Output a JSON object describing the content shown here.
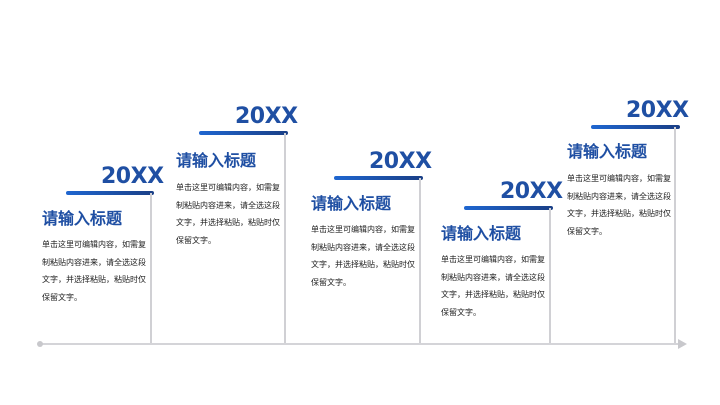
{
  "milestones": [
    {
      "year": "20XX",
      "title": "请输入标题",
      "body": "单击这里可编辑内容，如需复制粘贴内容进来，请全选这段文字，并选择粘贴，粘贴时仅保留文字。"
    },
    {
      "year": "20XX",
      "title": "请输入标题",
      "body": "单击这里可编辑内容，如需复制粘贴内容进来，请全选这段文字，并选择粘贴，粘贴时仅保留文字。"
    },
    {
      "year": "20XX",
      "title": "请输入标题",
      "body": "单击这里可编辑内容，如需复制粘贴内容进来，请全选这段文字，并选择粘贴，粘贴时仅保留文字。"
    },
    {
      "year": "20XX",
      "title": "请输入标题",
      "body": "单击这里可编辑内容，如需复制粘贴内容进来，请全选这段文字，并选择粘贴，粘贴时仅保留文字。"
    },
    {
      "year": "20XX",
      "title": "请输入标题",
      "body": "单击这里可编辑内容，如需复制粘贴内容进来，请全选这段文字，并选择粘贴，粘贴时仅保留文字。"
    }
  ],
  "colors": {
    "accent": "#1f4fa3",
    "bar_start": "#1f66d0",
    "bar_end": "#1a3f86",
    "line": "#d0d0d4"
  }
}
